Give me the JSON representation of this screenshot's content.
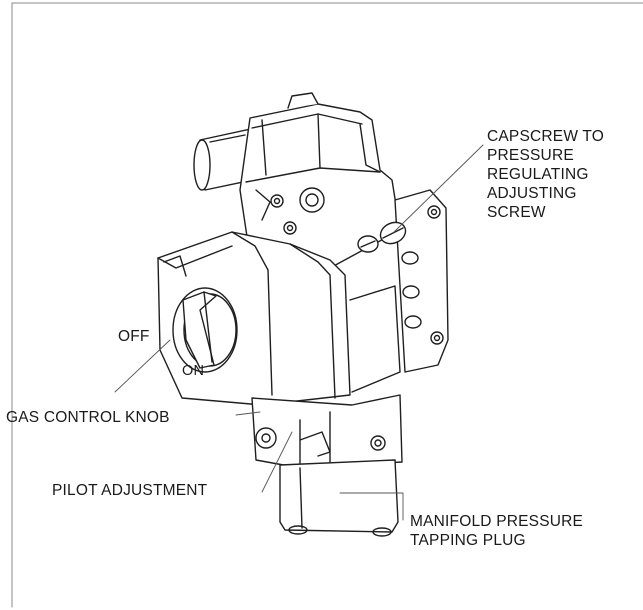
{
  "labels": {
    "capscrew": [
      "CAPSCREW TO",
      "PRESSURE",
      "REGULATING",
      "ADJUSTING",
      "SCREW"
    ],
    "off": "OFF",
    "on": "ON",
    "gas_control_knob": "GAS CONTROL KNOB",
    "pilot_adjustment": "PILOT ADJUSTMENT",
    "manifold": [
      "MANIFOLD PRESSURE",
      "TAPPING PLUG"
    ]
  },
  "colors": {
    "line": "#1f1f1f",
    "leader": "#555555",
    "paper": "#ffffff"
  }
}
